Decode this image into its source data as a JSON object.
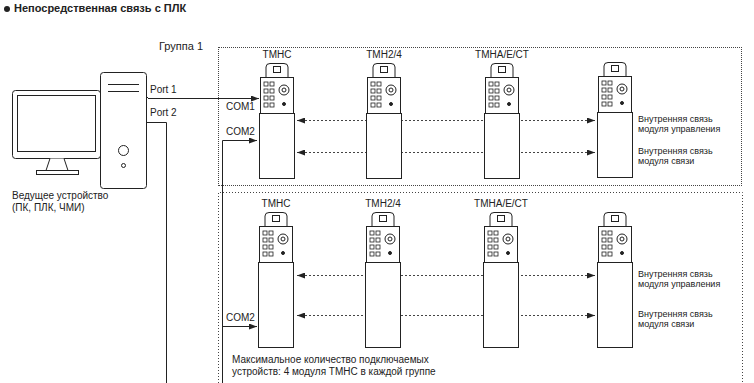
{
  "diagram": {
    "title": "Непосредственная связь с ПЛК",
    "nodes": [
      {
        "text": [
          "Группа 1"
        ]
      },
      {
        "text": [
          "TMHC"
        ],
        "in": 0
      },
      {
        "text": [
          "TMH2/4"
        ],
        "in": 0
      },
      {
        "text": [
          "TMHA/E/CT"
        ],
        "in": 0
      },
      {
        "text": [
          "Ведущее устройство (ПК, ПЛК, ЧМИ)"
        ]
      },
      {
        "text": [
          "TMHC"
        ]
      },
      {
        "text": [
          "TMH2/4"
        ]
      },
      {
        "text": [
          "TMHA/E/CT"
        ]
      }
    ],
    "edges": [
      {
        "from": 4,
        "to": 1,
        "arrow": "to"
      }
    ],
    "labels": [
      "Port 1",
      "Port 2",
      "COM1",
      "COM2",
      "Внутренняя связь модуля управления",
      "Внутренняя связь модуля связи",
      "COM2",
      "Внутренняя связь модуля управления",
      "Внутренняя связь модуля связи",
      "Максимальное количество подключаемых устройств: 4 модуля TMHC в каждой группе"
    ]
  }
}
